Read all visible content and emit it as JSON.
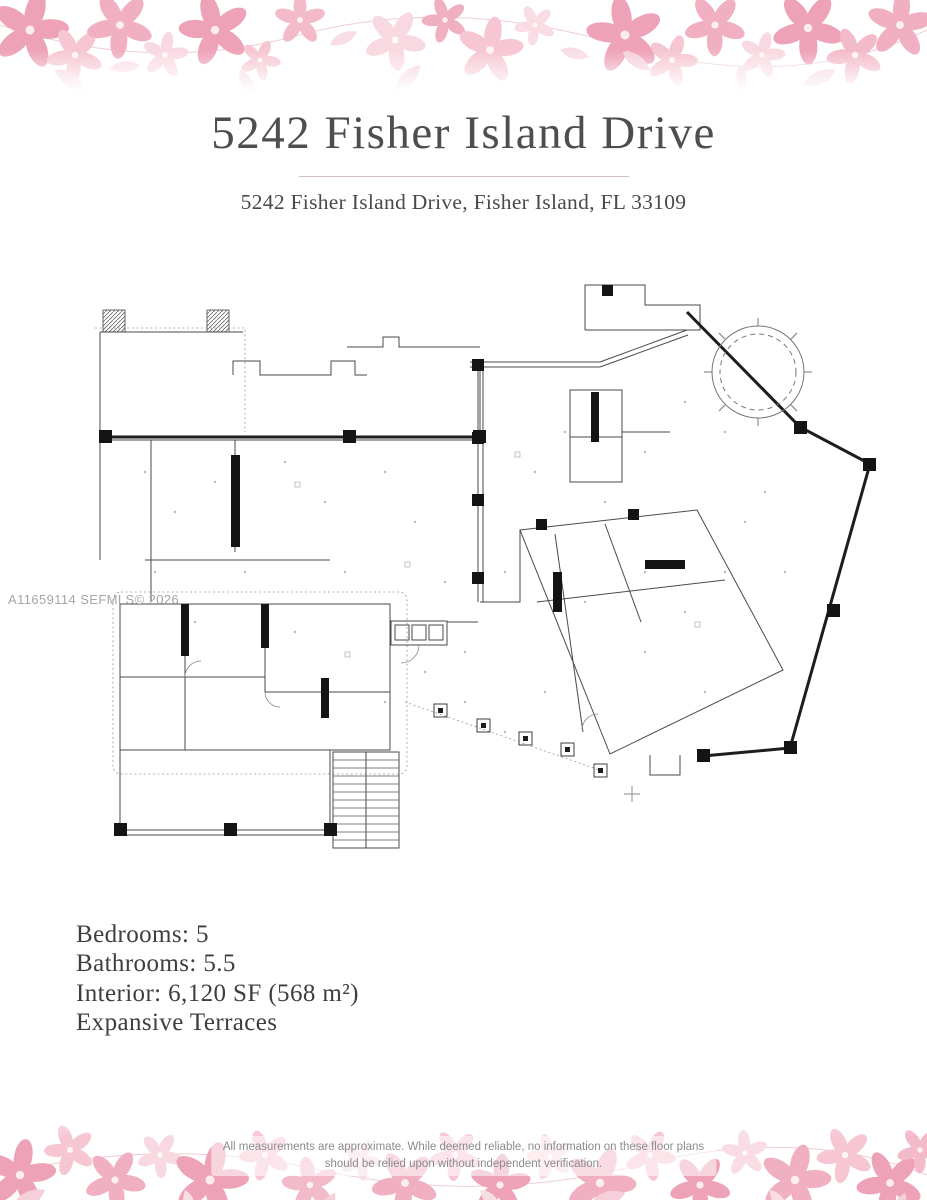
{
  "header": {
    "title": "5242 Fisher Island Drive",
    "subtitle": "5242 Fisher Island Drive, Fisher Island, FL 33109"
  },
  "watermark": "A11659114  SEFMLS© 2026",
  "details": {
    "bedrooms": "Bedrooms: 5",
    "bathrooms": "Bathrooms: 5.5",
    "interior": "Interior: 6,120 SF (568 m²)",
    "terraces": "Expansive Terraces"
  },
  "footer": {
    "disclaimer_line1": "All measurements are approximate. While deemed reliable, no information on these floor plans",
    "disclaimer_line2": "should be relied upon without independent verification."
  },
  "colors": {
    "accent_pink": "#f0aec1",
    "pale_pink": "#f8dde4",
    "text_dark": "#4e4e4e",
    "watermark_gray": "#a6a6a6",
    "wall_black": "#1d1d1d"
  }
}
